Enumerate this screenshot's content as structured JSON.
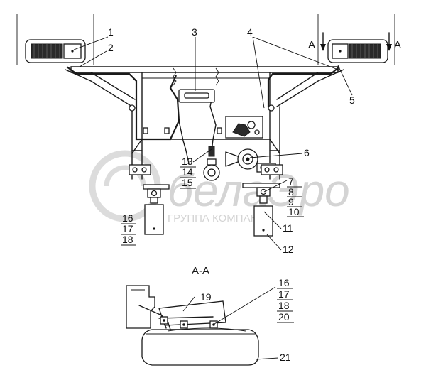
{
  "watermark": {
    "brand": "белаЭро",
    "tagline": "ГРУППА КОМПАНИЙ"
  },
  "section": {
    "view_label": "A",
    "section_title": "А-А"
  },
  "callouts": {
    "c1": "1",
    "c2": "2",
    "c3": "3",
    "c4": "4",
    "c5": "5",
    "c6": "6",
    "c7": "7",
    "c8": "8",
    "c9": "9",
    "c10": "10",
    "c11": "11",
    "c12": "12",
    "c13": "13",
    "c14": "14",
    "c15": "15",
    "c16a": "16",
    "c17a": "17",
    "c18a": "18",
    "c19": "19",
    "c16b": "16",
    "c17b": "17",
    "c18b": "18",
    "c20": "20",
    "c21": "21"
  }
}
